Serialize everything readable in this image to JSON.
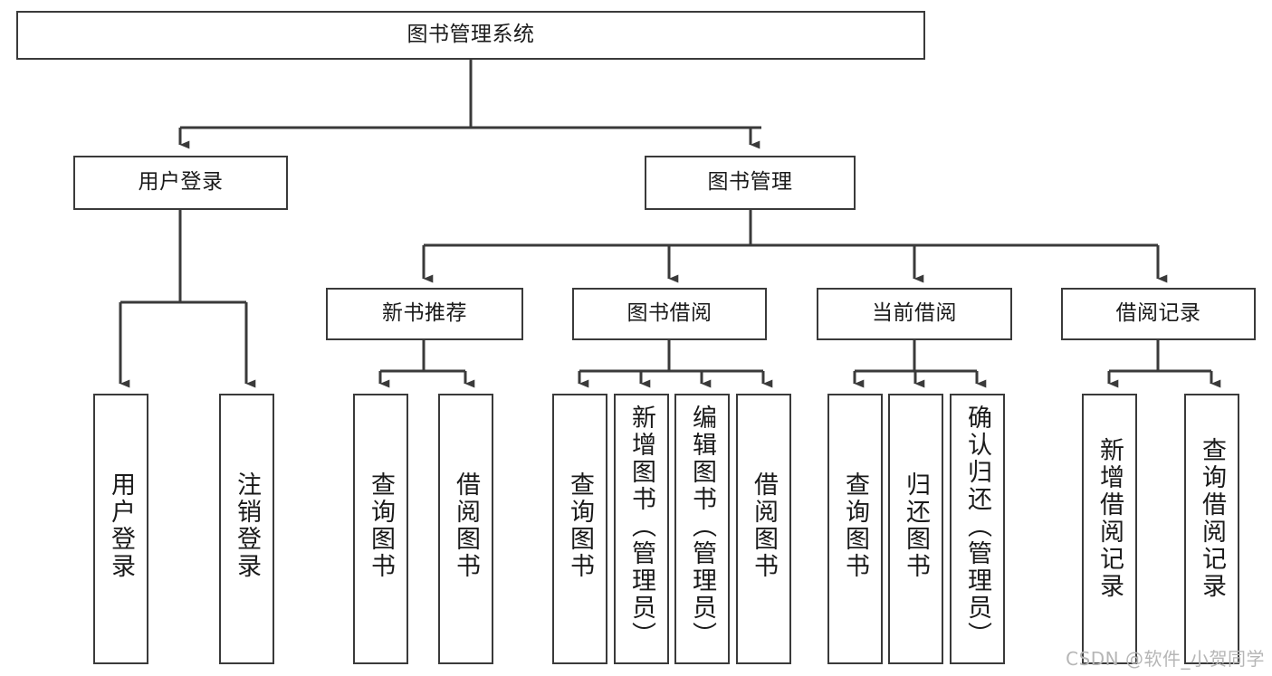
{
  "diagram": {
    "title": "图书管理系统",
    "watermark": "CSDN @软件_小贺同学",
    "stroke_color": "#3a3a3a",
    "background_color": "#ffffff",
    "text_color": "#1a1a1a",
    "watermark_color": "#b6b6b6"
  },
  "nodes": {
    "root": {
      "label": "图书管理系统",
      "level": 0
    },
    "user_login": {
      "label": "用户登录",
      "level": 1
    },
    "book_manage": {
      "label": "图书管理",
      "level": 1
    },
    "new_book_rec": {
      "label": "新书推荐",
      "level": 2
    },
    "book_borrow": {
      "label": "图书借阅",
      "level": 2
    },
    "current_borrow": {
      "label": "当前借阅",
      "level": 2
    },
    "borrow_record": {
      "label": "借阅记录",
      "level": 2
    },
    "leaf_user_login": {
      "label": "用户登录",
      "level": 3
    },
    "leaf_logout": {
      "label": "注销登录",
      "level": 3
    },
    "leaf_query_book_1": {
      "label": "查询图书",
      "level": 3
    },
    "leaf_borrow_book_1": {
      "label": "借阅图书",
      "level": 3
    },
    "leaf_query_book_2": {
      "label": "查询图书",
      "level": 3
    },
    "leaf_add_book": {
      "label": "新增图书（管理员）",
      "level": 3
    },
    "leaf_edit_book": {
      "label": "编辑图书（管理员）",
      "level": 3
    },
    "leaf_borrow_book_2": {
      "label": "借阅图书",
      "level": 3
    },
    "leaf_query_book_3": {
      "label": "查询图书",
      "level": 3
    },
    "leaf_return_book": {
      "label": "归还图书",
      "level": 3
    },
    "leaf_confirm_return": {
      "label": "确认归还（管理员）",
      "level": 3
    },
    "leaf_add_record": {
      "label": "新增借阅记录",
      "level": 3
    },
    "leaf_query_record": {
      "label": "查询借阅记录",
      "level": 3
    }
  },
  "chart_data": {
    "type": "diagram",
    "subtype": "tree-hierarchy",
    "title": "图书管理系统",
    "orientation": "top-down",
    "tree": [
      {
        "label": "图书管理系统",
        "children": [
          {
            "label": "用户登录",
            "children": [
              {
                "label": "用户登录"
              },
              {
                "label": "注销登录"
              }
            ]
          },
          {
            "label": "图书管理",
            "children": [
              {
                "label": "新书推荐",
                "children": [
                  {
                    "label": "查询图书"
                  },
                  {
                    "label": "借阅图书"
                  }
                ]
              },
              {
                "label": "图书借阅",
                "children": [
                  {
                    "label": "查询图书"
                  },
                  {
                    "label": "新增图书（管理员）"
                  },
                  {
                    "label": "编辑图书（管理员）"
                  },
                  {
                    "label": "借阅图书"
                  }
                ]
              },
              {
                "label": "当前借阅",
                "children": [
                  {
                    "label": "查询图书"
                  },
                  {
                    "label": "归还图书"
                  },
                  {
                    "label": "确认归还（管理员）"
                  }
                ]
              },
              {
                "label": "借阅记录",
                "children": [
                  {
                    "label": "新增借阅记录"
                  },
                  {
                    "label": "查询借阅记录"
                  }
                ]
              }
            ]
          }
        ]
      }
    ]
  }
}
